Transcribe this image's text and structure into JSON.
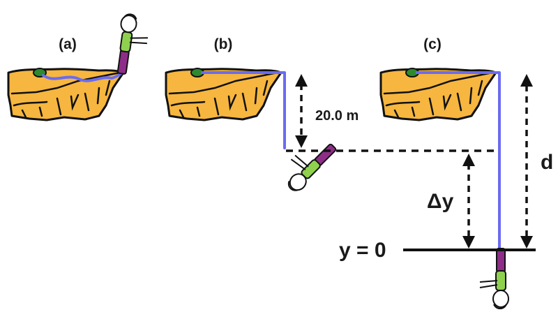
{
  "panels": {
    "a": {
      "label": "(a)"
    },
    "b": {
      "label": "(b)",
      "height_label": "20.0 m"
    },
    "c": {
      "label": "(c)",
      "delta_label": "Δy",
      "distance_label": "d",
      "ground_label": "y = 0"
    }
  },
  "colors": {
    "rock": "#f6b63f",
    "grass": "#2f8a2f",
    "bungee_cord": "#6a6cf0",
    "shirt": "#8fd14f",
    "pants": "#8e2d88"
  }
}
